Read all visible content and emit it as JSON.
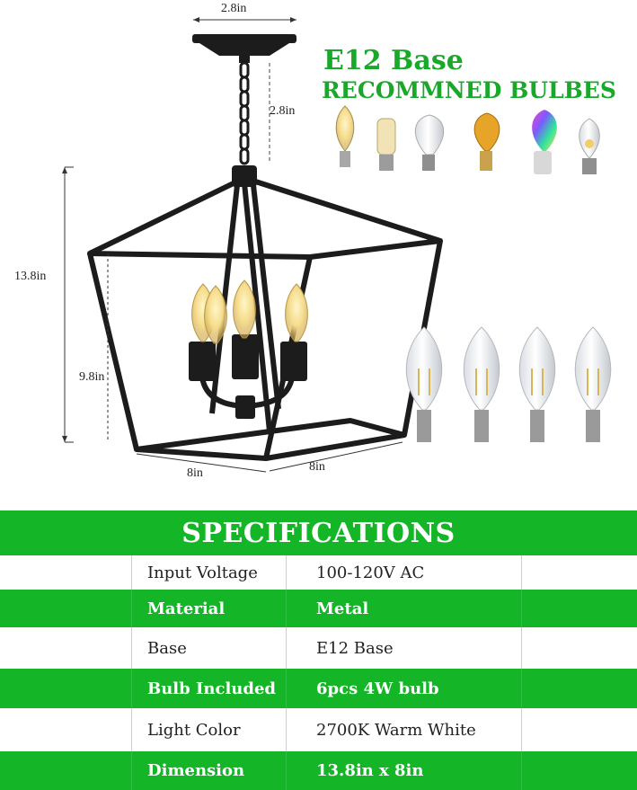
{
  "dimensions": {
    "top_width": "2.8in",
    "chain_length": "2.8in",
    "total_height": "13.8in",
    "cage_height": "9.8in",
    "base_width_front": "8in",
    "base_width_side": "8in"
  },
  "recommended_bulbs": {
    "line1": "E12 Base",
    "line2": "RECOMMNED BULBES"
  },
  "colors": {
    "accent_green": "#14b628",
    "heading_green": "#19a82a",
    "fixture_black": "#1c1c1c"
  },
  "specifications": {
    "title": "SPECIFICATIONS",
    "rows": [
      {
        "label": "Input Voltage",
        "value": "100-120V AC"
      },
      {
        "label": "Material",
        "value": "Metal"
      },
      {
        "label": "Base",
        "value": "E12 Base"
      },
      {
        "label": "Bulb Included",
        "value": "6pcs 4W bulb"
      },
      {
        "label": "Light Color",
        "value": "2700K Warm White"
      },
      {
        "label": "Dimension",
        "value": "13.8in x 8in"
      }
    ]
  }
}
